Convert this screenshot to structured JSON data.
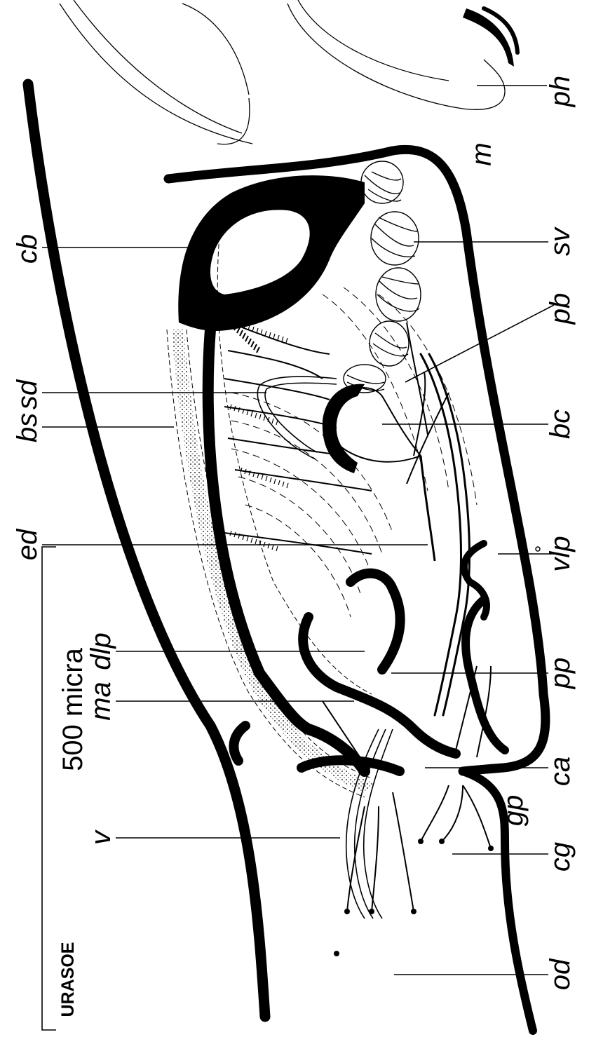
{
  "figure": {
    "labels_right": [
      "ph",
      "m",
      "sv",
      "pb",
      "bc",
      "vlp",
      "pp",
      "ca",
      "gp",
      "cg",
      "od"
    ],
    "labels_left": [
      "cb",
      "bs",
      "sd",
      "ed",
      "ma",
      "dlp",
      "v"
    ],
    "scale_bar": "500 micra",
    "locality": "URASOE"
  }
}
